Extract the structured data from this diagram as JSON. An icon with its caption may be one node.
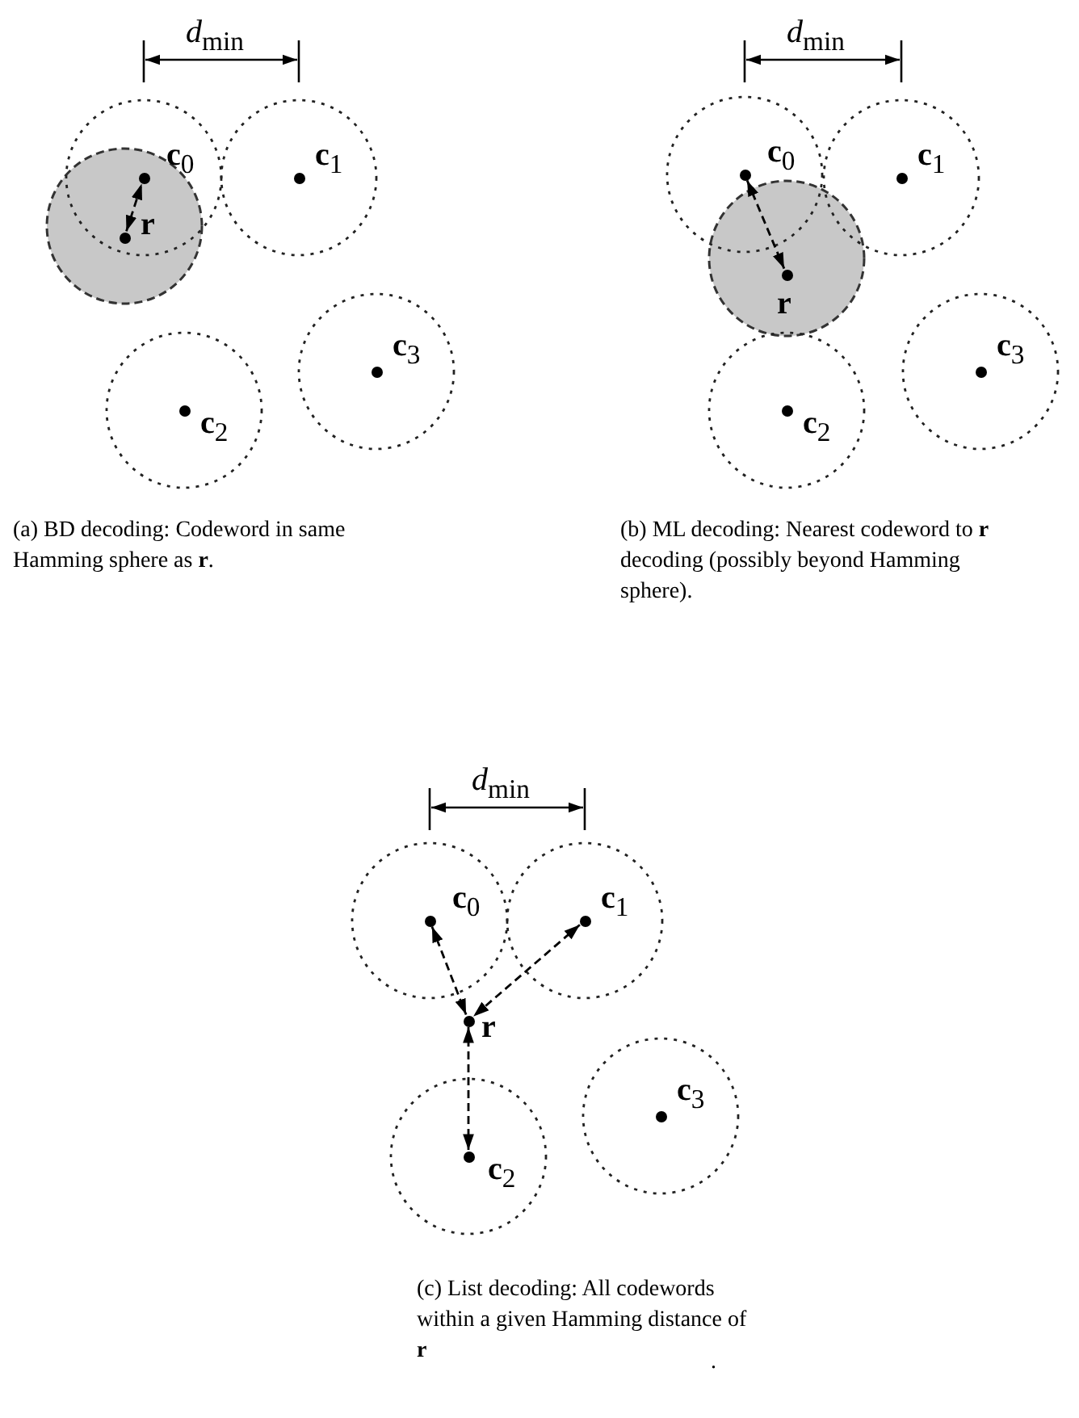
{
  "diagram": {
    "nodes": [
      {
        "text": [
          "**c**$_{0}$"
        ]
      },
      {
        "text": [
          "**c**$_{1}$"
        ]
      },
      {
        "text": [
          "**r**"
        ]
      },
      {
        "text": [
          "**c**$_{2}$"
        ]
      },
      {
        "text": [
          "**c**$_{3}$"
        ]
      },
      {
        "text": [
          "**c**$_{0}$"
        ]
      },
      {
        "text": [
          "**c**$_{1}$"
        ]
      },
      {
        "text": [
          "**r**"
        ]
      },
      {
        "text": [
          "**c**$_{2}$"
        ]
      },
      {
        "text": [
          "**c**$_{3}$"
        ]
      },
      {
        "text": [
          "**c**$_{0}$"
        ]
      },
      {
        "text": [
          "**c**$_{1}$"
        ]
      },
      {
        "text": [
          "**r**"
        ]
      },
      {
        "text": [
          "**c**$_{2}$"
        ]
      },
      {
        "text": [
          "**c**$_{3}$"
        ]
      }
    ],
    "edges": [
      {
        "from": 2,
        "to": 0,
        "arrow": "both",
        "style": "dashed"
      },
      {
        "from": 5,
        "to": 7,
        "arrow": "both",
        "style": "dashed"
      },
      {
        "from": 10,
        "to": 12,
        "arrow": "both",
        "style": "dashed"
      },
      {
        "from": 11,
        "to": 12,
        "arrow": "both",
        "style": "dashed"
      },
      {
        "from": 13,
        "to": 12,
        "arrow": "both",
        "style": "dashed"
      }
    ],
    "labels": [
      "*d*$_{min}$",
      "*d*$_{min}$",
      "(a) BD decoding: Codeword in same Hamming sphere as **r**.",
      "(b) ML decoding: Nearest codeword to **r** decoding (possibly beyond Hamming sphere).",
      "*d*$_{min}$",
      "(c) List decoding: All codewords within a given Hamming distance of **r**",
      "."
    ]
  }
}
